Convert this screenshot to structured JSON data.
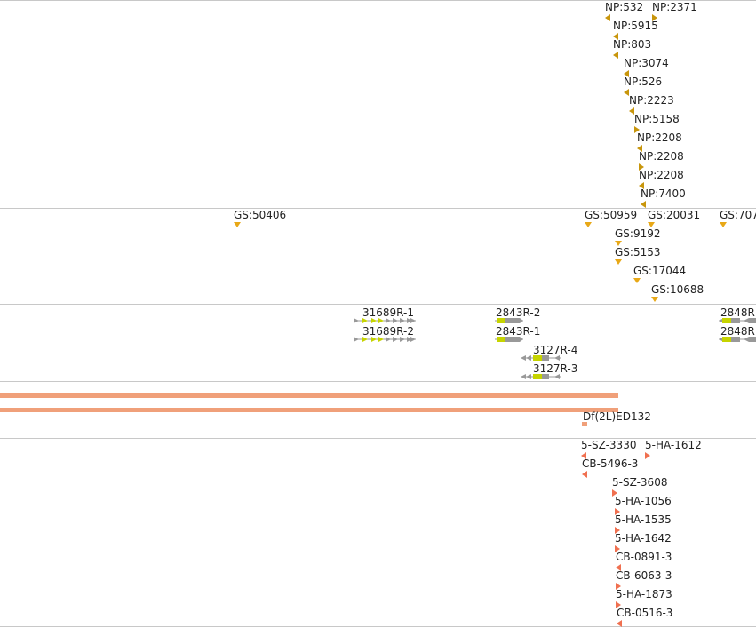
{
  "colors": {
    "np_marker": "#c8960c",
    "gs_marker": "#e8a817",
    "gene_gray": "#999999",
    "gene_exon": "#c6d400",
    "deficiency": "#f0a07a",
    "insertion": "#f07050"
  },
  "np_track": {
    "items": [
      {
        "label": "NP:532",
        "dir": "left"
      },
      {
        "label": "NP:2371",
        "dir": "right"
      },
      {
        "label": "NP:5915",
        "dir": "left"
      },
      {
        "label": "NP:803",
        "dir": "left"
      },
      {
        "label": "NP:3074",
        "dir": "left"
      },
      {
        "label": "NP:526",
        "dir": "left"
      },
      {
        "label": "NP:2223",
        "dir": "left"
      },
      {
        "label": "NP:5158",
        "dir": "right"
      },
      {
        "label": "NP:2208",
        "dir": "left"
      },
      {
        "label": "NP:2208",
        "dir": "right"
      },
      {
        "label": "NP:2208",
        "dir": "left"
      },
      {
        "label": "NP:7400",
        "dir": "left"
      }
    ]
  },
  "gs_track": {
    "items": [
      {
        "label": "GS:50406"
      },
      {
        "label": "GS:50959"
      },
      {
        "label": "GS:20031"
      },
      {
        "label": "GS:707"
      },
      {
        "label": "GS:9192"
      },
      {
        "label": "GS:5153"
      },
      {
        "label": "GS:17044"
      },
      {
        "label": "GS:10688"
      }
    ]
  },
  "gene_track": {
    "items": [
      {
        "label": "31689R-1"
      },
      {
        "label": "31689R-2"
      },
      {
        "label": "2843R-2"
      },
      {
        "label": "2843R-1"
      },
      {
        "label": "3127R-4"
      },
      {
        "label": "3127R-3"
      },
      {
        "label": "2848R"
      },
      {
        "label": "2848R"
      }
    ]
  },
  "deficiency_track": {
    "label": "Df(2L)ED132"
  },
  "insertion_track": {
    "items": [
      {
        "label": "5-SZ-3330",
        "dir": "left"
      },
      {
        "label": "5-HA-1612",
        "dir": "right"
      },
      {
        "label": "CB-5496-3",
        "dir": "left"
      },
      {
        "label": "5-SZ-3608",
        "dir": "right"
      },
      {
        "label": "5-HA-1056",
        "dir": "right"
      },
      {
        "label": "5-HA-1535",
        "dir": "right"
      },
      {
        "label": "5-HA-1642",
        "dir": "right"
      },
      {
        "label": "CB-0891-3",
        "dir": "left"
      },
      {
        "label": "CB-6063-3",
        "dir": "right"
      },
      {
        "label": "5-HA-1873",
        "dir": "right"
      },
      {
        "label": "CB-0516-3",
        "dir": "left"
      }
    ]
  }
}
